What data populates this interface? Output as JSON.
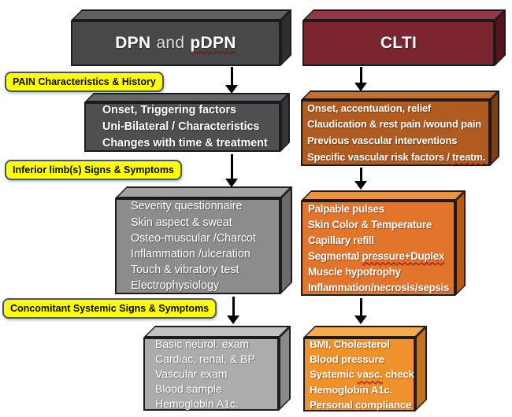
{
  "palette": {
    "dpn_header": "#48484a",
    "dpn_history": "#4f4f51",
    "dpn_signs": "#8c8c8c",
    "dpn_systemic": "#acacac",
    "clti_header": "#7b2531",
    "clti_history": "#b05b1f",
    "clti_signs": "#e2752b",
    "clti_systemic": "#f0922c",
    "label_bg": "#ffff00",
    "label_border": "#44546a",
    "spellcheck_underline": "#c00000",
    "arrow": "#000000"
  },
  "headers": {
    "dpn": {
      "bold1": "DPN",
      "mid": "and",
      "bold2": "pDPN"
    },
    "clti": "CLTI"
  },
  "side_labels": {
    "pain": "PAIN Characteristics & History",
    "limb": "Inferior limb(s) Signs & Symptoms",
    "systemic": "Concomitant Systemic Signs & Symptoms"
  },
  "dpn": {
    "history": [
      {
        "pre": "Onset, Triggering factors",
        "wavy": "",
        "post": ""
      },
      {
        "pre": "Uni-Bilateral / Characteristics",
        "wavy": "",
        "post": ""
      },
      {
        "pre": "Changes with time & treatment",
        "wavy": "",
        "post": ""
      }
    ],
    "signs": [
      {
        "pre": "Severity questionnaire",
        "wavy": "",
        "post": ""
      },
      {
        "pre": "Skin aspect & sweat",
        "wavy": "",
        "post": ""
      },
      {
        "pre": "Osteo-muscular /Charcot",
        "wavy": "",
        "post": ""
      },
      {
        "pre": "Inflammation /ulceration",
        "wavy": "",
        "post": ""
      },
      {
        "pre": "Touch & vibratory test",
        "wavy": "",
        "post": ""
      },
      {
        "pre": "Electrophysiology",
        "wavy": "",
        "post": ""
      }
    ],
    "systemic": [
      {
        "pre": "Basic neurol. exam",
        "wavy": "",
        "post": ""
      },
      {
        "pre": "Cardiac, renal, & BP",
        "wavy": "",
        "post": ""
      },
      {
        "pre": "Vascular exam",
        "wavy": "",
        "post": ""
      },
      {
        "pre": "Blood sample",
        "wavy": "",
        "post": ""
      },
      {
        "pre": "Hemoglobin A1c.",
        "wavy": "",
        "post": ""
      }
    ]
  },
  "clti": {
    "history": [
      {
        "pre": "Onset, accentuation, relief",
        "wavy": "",
        "post": ""
      },
      {
        "pre": "Claudication & rest pain /wound pain",
        "wavy": "",
        "post": ""
      },
      {
        "pre": "Previous vascular interventions",
        "wavy": "",
        "post": ""
      },
      {
        "pre": "Specific vascular risk factors / ",
        "wavy": "treatm.",
        "post": ""
      }
    ],
    "signs": [
      {
        "pre": "Palpable pulses",
        "wavy": "",
        "post": ""
      },
      {
        "pre": "Skin Color & Temperature",
        "wavy": "",
        "post": ""
      },
      {
        "pre": "Capillary refill",
        "wavy": "",
        "post": ""
      },
      {
        "pre": "Segmental ",
        "wavy": "pressure+Duplex",
        "post": ""
      },
      {
        "pre": "Muscle hypotrophy",
        "wavy": "",
        "post": ""
      },
      {
        "pre": "Inflammation/necrosis/sepsis",
        "wavy": "",
        "post": ""
      }
    ],
    "systemic": [
      {
        "pre": "BMI, Cholesterol",
        "wavy": "",
        "post": ""
      },
      {
        "pre": "Blood pressure",
        "wavy": "",
        "post": ""
      },
      {
        "pre": "Systemic ",
        "wavy": "vasc.",
        "post": " check"
      },
      {
        "pre": "Hemoglobin A1c.",
        "wavy": "",
        "post": ""
      },
      {
        "pre": "Personal compliance",
        "wavy": "",
        "post": ""
      }
    ]
  }
}
